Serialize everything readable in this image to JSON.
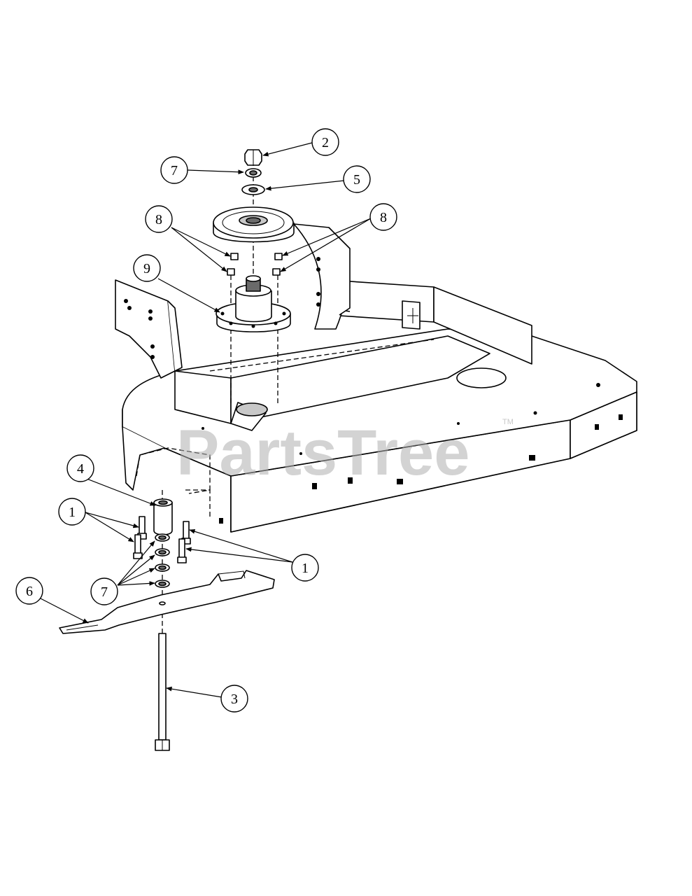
{
  "watermark": {
    "brand": "PartsTree",
    "trademark": "TM"
  },
  "callouts": [
    {
      "id": "c2",
      "label": "2"
    },
    {
      "id": "c7a",
      "label": "7"
    },
    {
      "id": "c5",
      "label": "5"
    },
    {
      "id": "c8a",
      "label": "8"
    },
    {
      "id": "c8b",
      "label": "8"
    },
    {
      "id": "c9",
      "label": "9"
    },
    {
      "id": "c4",
      "label": "4"
    },
    {
      "id": "c1a",
      "label": "1"
    },
    {
      "id": "c1b",
      "label": "1"
    },
    {
      "id": "c7b",
      "label": "7"
    },
    {
      "id": "c6",
      "label": "6"
    },
    {
      "id": "c3",
      "label": "3"
    }
  ]
}
